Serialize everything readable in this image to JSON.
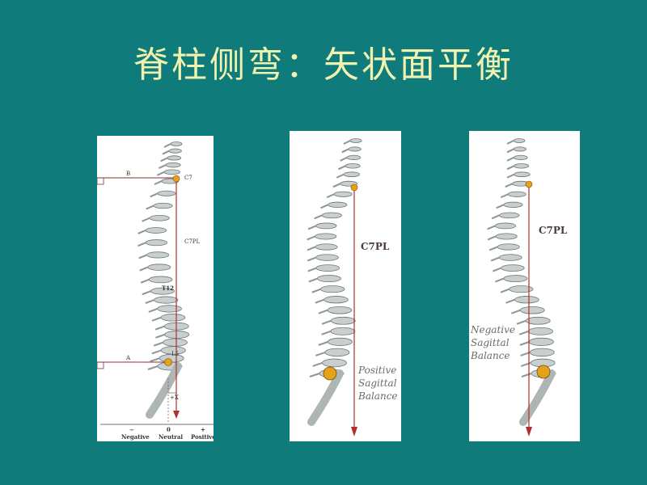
{
  "title": "脊柱侧弯：矢状面平衡",
  "panel1": {
    "line_b": "B",
    "line_a": "A",
    "c7": "C7",
    "c7pl": "C7PL",
    "t12": "T12",
    "l5": "L5",
    "plus_x": "+X",
    "scale": {
      "neg_sign": "−",
      "neg_label": "Negative",
      "zero": "0",
      "neutral": "Neutral",
      "pos_sign": "+",
      "pos_label": "Positive"
    }
  },
  "panel2": {
    "c7pl": "C7PL",
    "caption": "Positive\nSagittal\nBalance"
  },
  "panel3": {
    "c7pl": "C7PL",
    "caption": "Negative\nSagittal\nBalance"
  },
  "colors": {
    "background": "#0f7b7a",
    "title": "#f2f2b0",
    "plumb_line": "#b03030",
    "bone": "#b8bfbf"
  }
}
